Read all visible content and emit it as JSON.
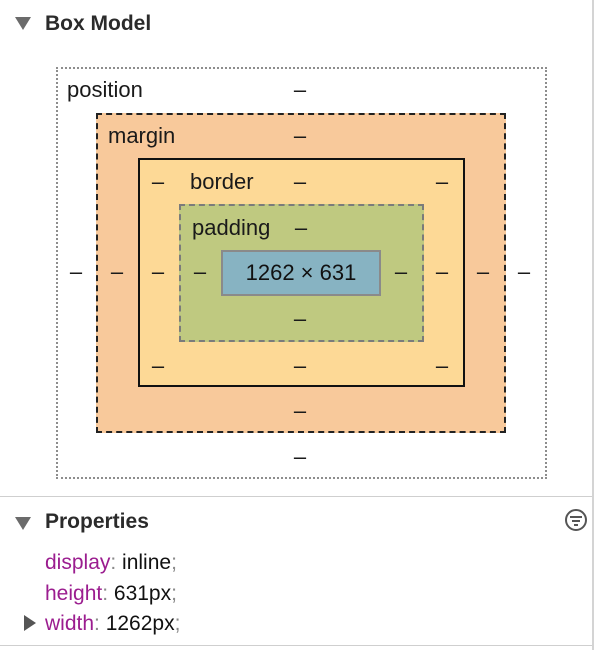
{
  "box_model": {
    "title": "Box Model",
    "position": {
      "label": "position",
      "top": "–",
      "right": "–",
      "bottom": "–",
      "left": "–"
    },
    "margin": {
      "label": "margin",
      "top": "–",
      "right": "–",
      "bottom": "–",
      "left": "–"
    },
    "border": {
      "label": "border",
      "top": "–",
      "right": "–",
      "bottom": "–",
      "left": "–"
    },
    "padding": {
      "label": "padding",
      "top": "–",
      "right": "–",
      "bottom": "–",
      "left": "–"
    },
    "content_size": "1262 × 631"
  },
  "properties": {
    "title": "Properties",
    "items": [
      {
        "name": "display",
        "value": "inline"
      },
      {
        "name": "height",
        "value": "631px"
      },
      {
        "name": "width",
        "value": "1262px"
      }
    ]
  }
}
